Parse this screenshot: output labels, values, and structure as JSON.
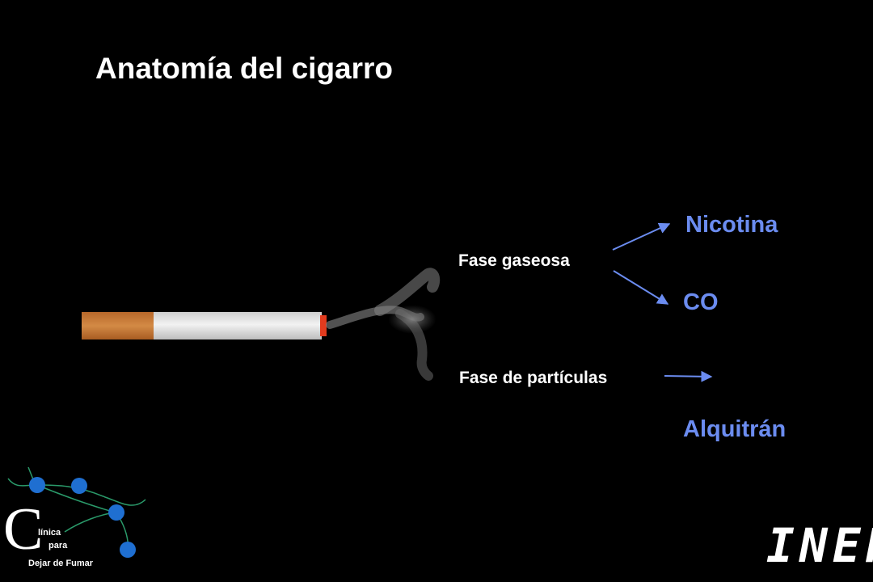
{
  "slide": {
    "title": "Anatomía del cigarro"
  },
  "diagram": {
    "phases": {
      "gas": "Fase gaseosa",
      "particles": "Fase de partículas"
    },
    "products": {
      "nicotine": "Nicotina",
      "co": "CO",
      "tar": "Alquitrán"
    }
  },
  "logos": {
    "clinic": {
      "initial": "C",
      "line1": "línica",
      "line2": "para",
      "line3": "Dejar de Fumar"
    },
    "institute": "INER"
  },
  "colors": {
    "background": "#000000",
    "text": "#ffffff",
    "accent": "#6b8cf0",
    "filter": "#c97a34",
    "paper": "#e6e6e6",
    "ember": "#e23b1e",
    "logo_dot": "#1f6fd1",
    "logo_line": "#2a9a6a"
  }
}
